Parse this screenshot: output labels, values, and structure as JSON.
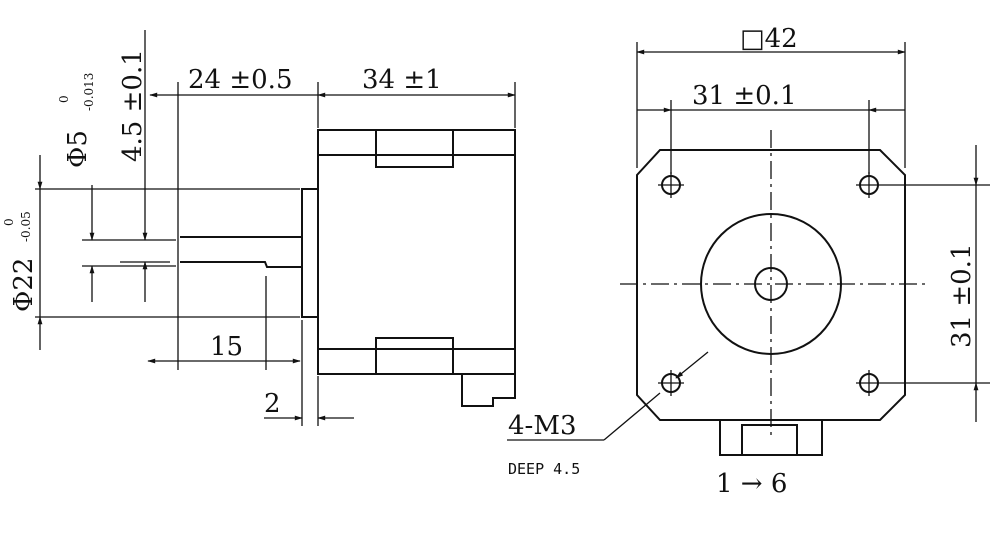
{
  "side_view": {
    "shaft_diameter": "Φ5",
    "shaft_tolerance_upper": "0",
    "shaft_tolerance_lower": "-0.013",
    "flat_depth": "4.5 ±0.1",
    "shaft_length": "24 ±0.5",
    "body_length": "34 ±1",
    "boss_diameter": "Φ22",
    "boss_tolerance_upper": "0",
    "boss_tolerance_lower": "-0.05",
    "flat_length": "15",
    "boss_height": "2"
  },
  "front_view": {
    "square_size": "□42",
    "hole_spacing_h": "31 ±0.1",
    "hole_spacing_v": "31 ±0.1",
    "mount_holes": "4-M3",
    "hole_depth": "DEEP 4.5",
    "connector_pins": "1 → 6"
  }
}
